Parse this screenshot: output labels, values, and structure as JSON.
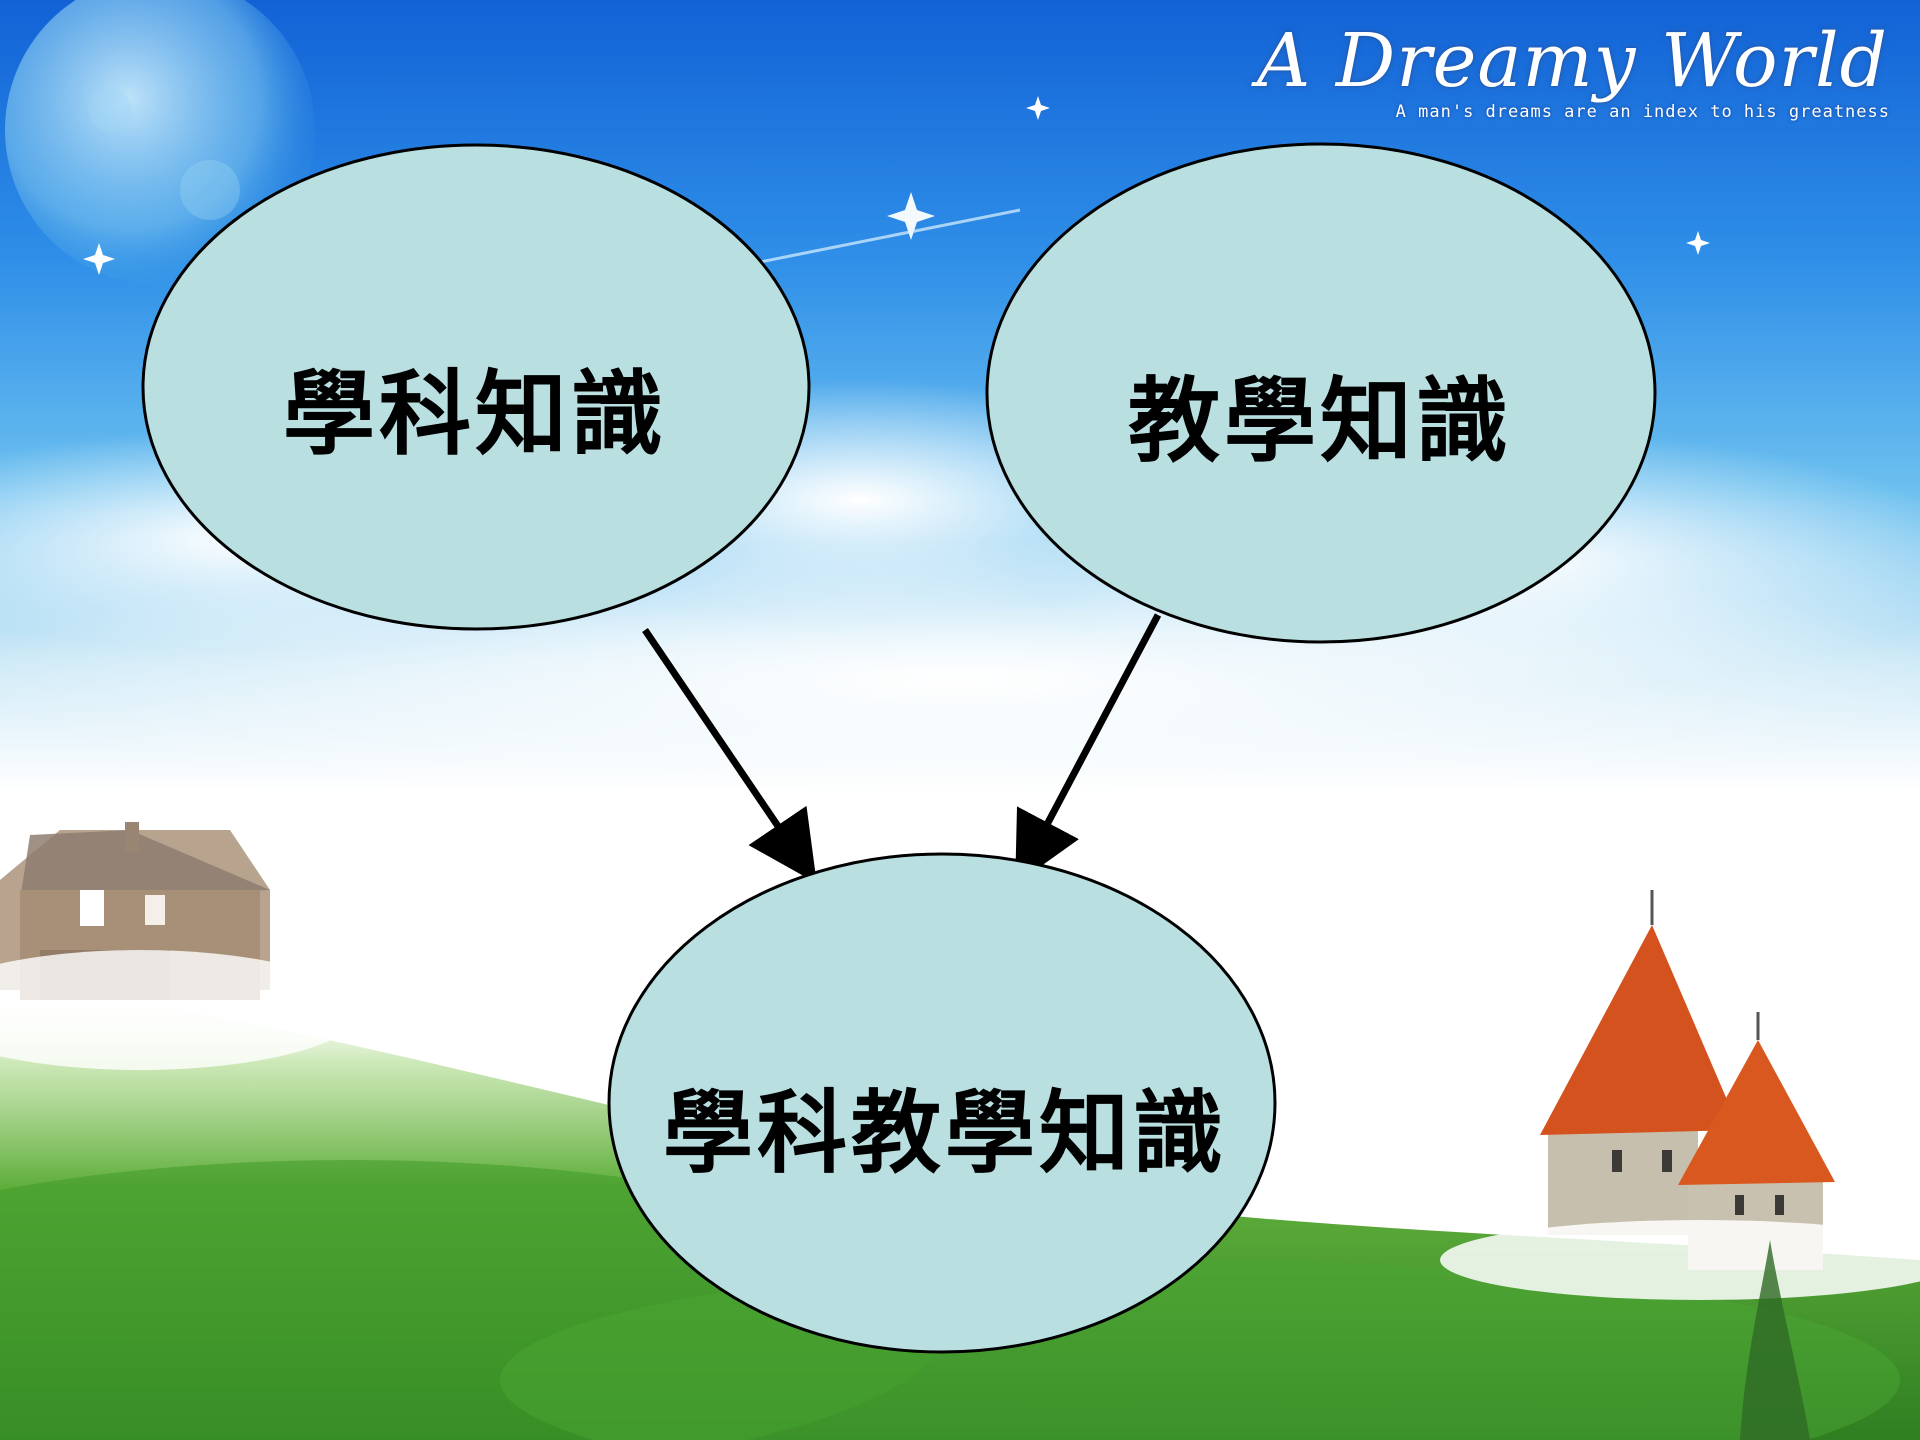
{
  "branding": {
    "title": "A Dreamy World",
    "subtitle": "A man's dreams are an index to his greatness"
  },
  "diagram": {
    "nodes": [
      {
        "id": "subject",
        "label": "學科知識"
      },
      {
        "id": "pedagogy",
        "label": "教學知識"
      },
      {
        "id": "pck",
        "label": "學科教學知識"
      }
    ],
    "edges": [
      {
        "from": "subject",
        "to": "pck"
      },
      {
        "from": "pedagogy",
        "to": "pck"
      }
    ]
  },
  "colors": {
    "node_fill": "#b9dfe1",
    "node_stroke": "#000000",
    "arrow": "#000000",
    "roof": "#d4521d",
    "sky_top": "#1b6fd8",
    "grass": "#3f9a2a"
  }
}
